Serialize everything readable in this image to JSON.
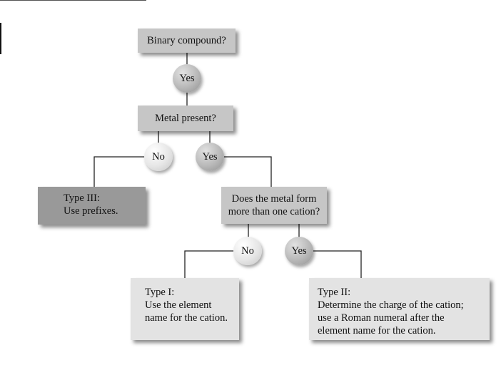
{
  "flowchart": {
    "q_binary": "Binary compound?",
    "q_metal": "Metal present?",
    "q_cation": [
      "Does the metal form",
      "more than one cation?"
    ],
    "yes_label": "Yes",
    "no_label": "No",
    "type3": {
      "title": "Type III:",
      "text": "Use prefixes."
    },
    "type1": {
      "title": "Type I:",
      "lines": [
        "Use the element",
        "name for the cation."
      ]
    },
    "type2": {
      "title": "Type II:",
      "lines": [
        "Determine the charge of the cation;",
        "use a Roman numeral after the",
        "element name for the cation."
      ]
    }
  }
}
